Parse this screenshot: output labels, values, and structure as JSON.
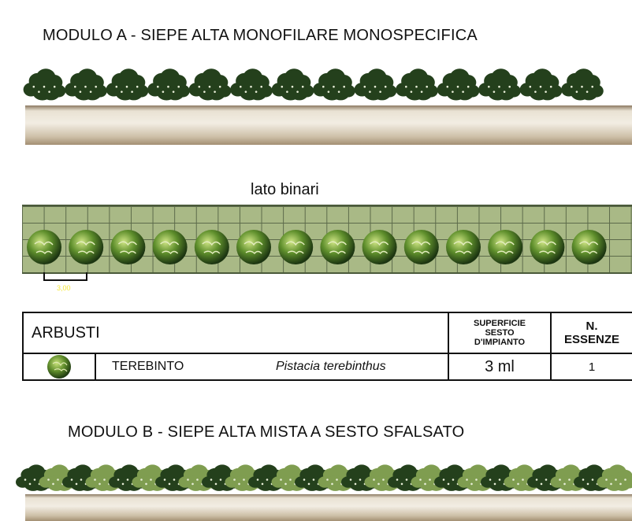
{
  "module_a": {
    "title": "MODULO A  - SIEPE ALTA MONOFILARE MONOSPECIFICA",
    "side_label": "lato binari",
    "spacing_label": "3,00"
  },
  "legend": {
    "category": "ARBUSTI",
    "col_surface_1": "SUPERFICIE",
    "col_surface_2": "SESTO",
    "col_surface_3": "D'IMPIANTO",
    "col_count_1": "N.",
    "col_count_2": "ESSENZE",
    "rows": [
      {
        "common_name": "TEREBINTO",
        "latin_name": "Pistacia terebinthus",
        "surface": "3 ml",
        "count": "1"
      }
    ]
  },
  "module_b": {
    "title": "MODULO B  - SIEPE ALTA MISTA A SESTO SFALSATO"
  },
  "colors": {
    "dark_shrub": "#24401c",
    "light_shrub": "#7f9d50",
    "grid_fill": "#a9b986",
    "spacing_marker": "#f5e83a"
  }
}
